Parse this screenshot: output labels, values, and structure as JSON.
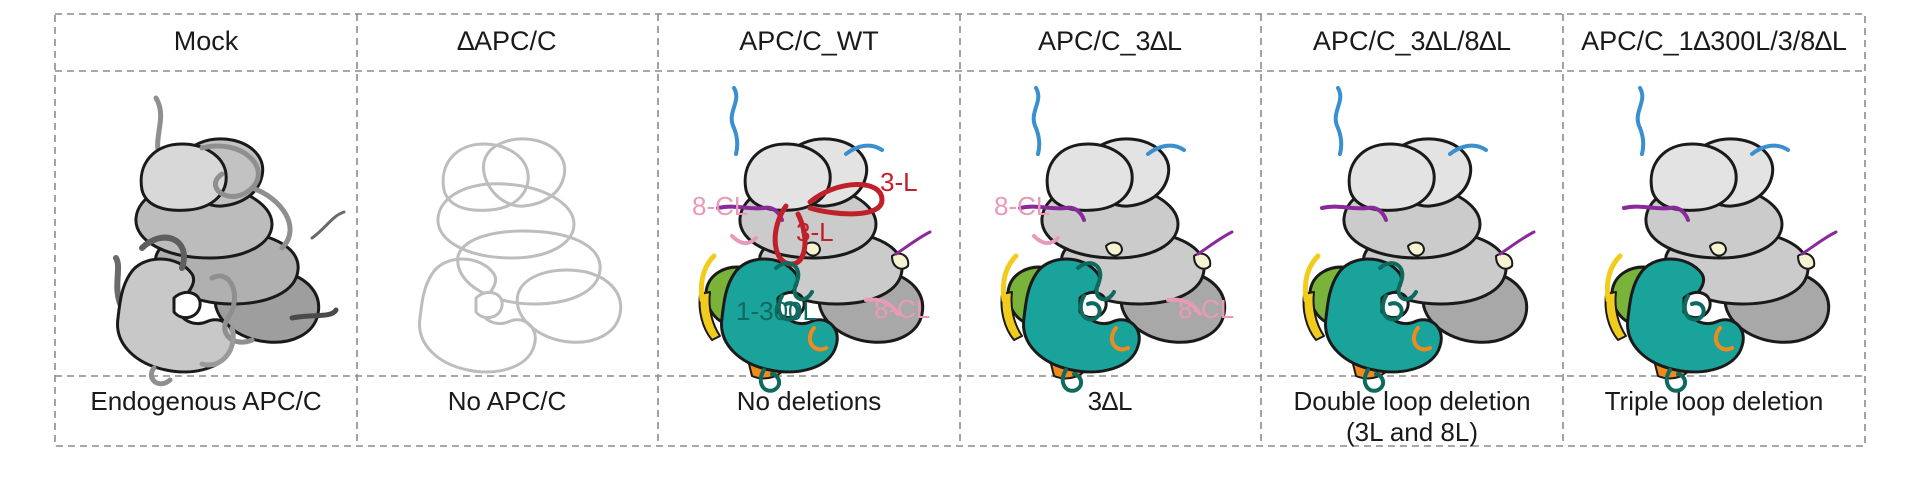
{
  "panels": [
    {
      "header": "Mock",
      "caption": [
        "Endogenous APC/C"
      ],
      "variant": "mock"
    },
    {
      "header": "∆APC/C",
      "caption": [
        "No APC/C"
      ],
      "variant": "outline"
    },
    {
      "header": "APC/C_WT",
      "caption": [
        "No deletions"
      ],
      "variant": "wt"
    },
    {
      "header": "APC/C_3∆L",
      "caption": [
        "3∆L"
      ],
      "variant": "d3"
    },
    {
      "header": "APC/C_3∆L/8∆L",
      "caption": [
        "Double loop deletion",
        "(3L and 8L)"
      ],
      "variant": "d38"
    },
    {
      "header": "APC/C_1∆300L/3/8∆L",
      "caption": [
        "Triple loop deletion"
      ],
      "variant": "d138"
    }
  ],
  "labels": {
    "l3": "3-L",
    "l8cl": "8-CL",
    "l1300": "1-300L"
  },
  "colors": {
    "teal": "#1aa39b",
    "dark_teal": "#0e6a5e",
    "red": "#c0202a",
    "pink": "#e89ab8",
    "purple": "#8a2a9a",
    "blue": "#3a8fcf",
    "yellow": "#f2cc1c",
    "green": "#7ab33a",
    "orange": "#f08a1c",
    "cream": "#f6f3d2",
    "grey_light": "#e3e3e3",
    "grey_mid": "#cbcbcb",
    "grey_dark": "#a8a8a8"
  }
}
